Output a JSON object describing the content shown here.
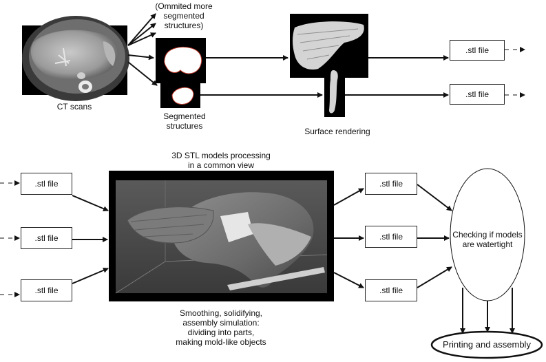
{
  "stages": {
    "ct_scans": "CT scans",
    "omitted": "(Ommited more\nsegmented\nstructures)",
    "segmented": "Segmented\nstructures",
    "surface_rendering": "Surface rendering",
    "processing_title": "3D STL models processing\nin a common view",
    "processing_caption": "Smoothing, solidifying,\nassembly simulation:\ndividing into parts,\nmaking mold-like objects",
    "watertight": "Checking if models\nare watertight",
    "printing": "Printing and assembly"
  },
  "files": {
    "top_1": ".stl file",
    "top_2": ".stl file",
    "left_1": ".stl file",
    "left_2": ".stl file",
    "left_3": ".stl file",
    "right_1": ".stl file",
    "right_2": ".stl file",
    "right_3": ".stl file"
  }
}
